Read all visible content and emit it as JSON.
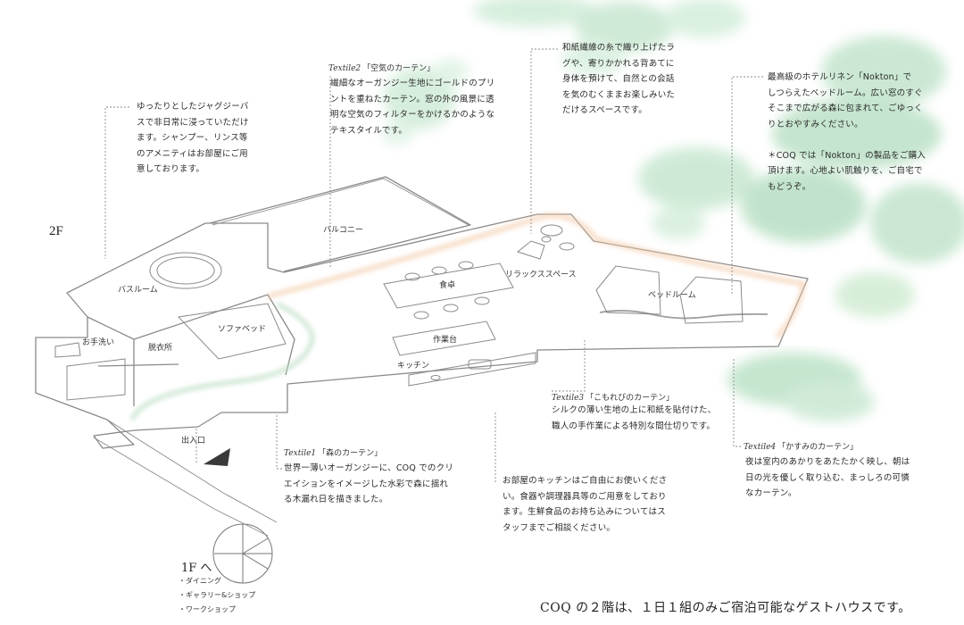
{
  "floor_label": "2F",
  "rooms": {
    "balcony": "バルコニー",
    "bathroom": "バスルーム",
    "sofa_bed": "ソファベッド",
    "toilet": "お手洗い",
    "dressing": "脱衣所",
    "entrance": "出入口",
    "dining": "食卓",
    "worktable": "作業台",
    "kitchen": "キッチン",
    "relax_space": "リラックススペース",
    "bedroom": "ベッドルーム"
  },
  "notes": {
    "jacuzzi": "ゆったりとしたジャグジーバ\nスで非日常に浸っていただけ\nます。シャンプー、リンス等\nのアメニティはお部屋にご用\n意しております。",
    "textile2_tag_en": "Textile2",
    "textile2_tag_jp": "「空気のカーテン」",
    "textile2": "繊細なオーガンジー生地にゴールドのプリ\nントを重ねたカーテン。窓の外の風景に透\n明な空気のフィルターをかけるかのような\nテキスタイルです。",
    "rug": "和紙繊維の糸で織り上げたラ\nグや、寄りかかれる背あてに\n身体を預けて、自然との会話\nを気のむくままお楽しみいた\nだけるスペースです。",
    "nokton": "最高級のホテルリネン「Nokton」で\nしつらえたベッドルーム。広い窓のすぐ\nそこまで広がる森に包まれて、ごゆっく\nりとおやすみください。\n\n＊COQ では「Nokton」の製品をご購入\n頂けます。心地よい肌触りを、ご自宅で\nもどうぞ。",
    "textile3_tag_en": "Textile3",
    "textile3_tag_jp": "「こもれびのカーテン」",
    "textile3": "シルクの薄い生地の上に和紙を貼付けた、\n職人の手作業による特別な間仕切りです。",
    "textile1_tag_en": "Textile1",
    "textile1_tag_jp": "「森のカーテン」",
    "textile1": "世界一薄いオーガンジーに、COQ でのクリ\nエイションをイメージした水彩で森に揺れ\nる木漏れ日を描きました。",
    "kitchen_note": "お部屋のキッチンはご自由にお使いくださ\nい。食器や調理器具等のご用意をしており\nます。生鮮食品のお持ち込みについてはス\nタッフまでご相談ください。",
    "textile4_tag_en": "Textile4",
    "textile4_tag_jp": "「かすみのカーテン」",
    "textile4": "夜は室内のあかりをあたたかく映し、朝は\n日の光を優しく取り込む、まっしろの可憐\nなカーテン。"
  },
  "to_1f": {
    "label": "1F へ",
    "items": [
      "ダイニング",
      "ギャラリー&ショップ",
      "ワークショップ"
    ]
  },
  "bottom_line": "COQ の２階は、１日１組のみご宿泊可能なゲストハウスです。",
  "colors": {
    "line": "#8a8a8a",
    "orange_curtain": "#f3c9a6",
    "green_curtain": "#b9dcc2",
    "watercolor": "#bfe3c9"
  }
}
